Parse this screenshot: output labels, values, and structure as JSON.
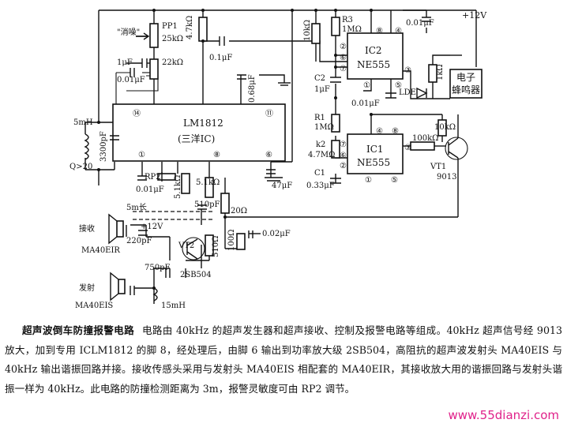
{
  "schematic": {
    "supply": "+12V",
    "lm1812": {
      "name": "LM1812",
      "sub": "(三洋IC)",
      "pin14": "⑭",
      "pin11": "⑪",
      "pin1": "①",
      "pin8": "⑧",
      "pin6": "⑥"
    },
    "ic2": {
      "name": "IC2",
      "part": "NE555",
      "p8": "⑧",
      "p4": "④",
      "p2": "②",
      "p6": "⑥",
      "p7": "⑦",
      "p3": "③",
      "p1": "①",
      "p5": "⑤"
    },
    "ic1": {
      "name": "IC1",
      "part": "NE555",
      "p4": "④",
      "p8": "⑧",
      "p7": "⑦",
      "p6": "⑥",
      "p2": "②",
      "p3": "③",
      "p1": "①",
      "p5": "⑤"
    },
    "labels": {
      "mute": "\"消噪\"",
      "pp1": "PP1",
      "pp1_val": "25kΩ",
      "c1uf": "1μF",
      "r22k": "22kΩ",
      "c001_top": "0.01μF",
      "r47k": "4.7kΩ",
      "c01": "0.1μF",
      "c068": "0.68μF",
      "r10k": "10kΩ",
      "r3": "R3",
      "r3_val": "1MΩ",
      "c001_ic2": "0.01μF",
      "c2": "C2",
      "c2_val": "1μF",
      "c001_bot": "0.01μF",
      "lde": "LDE",
      "r1k": "1kΩ",
      "buzzer_1": "电子",
      "buzzer_2": "蜂鸣器",
      "l5mh": "5mH",
      "c3300": "3300pF",
      "q20": "Q>20",
      "rp2": "RP2",
      "c001_rp2": "0.01μF",
      "r51k_a": "5.1kΩ",
      "r51k_b": "5.1kΩ",
      "c47": "47μF",
      "r1": "R1",
      "r1_val": "1MΩ",
      "k2": "k2",
      "k2_val": "4.7MΩ",
      "c1": "C1",
      "c1_val": "0.33μF",
      "r10k_ic1": "10kΩ",
      "r100k": "100kΩ",
      "vt1": "VT1",
      "vt1_part": "9013",
      "len5m": "5m长",
      "rx": "接收",
      "rx_part": "MA40EIR",
      "v12": "+12V",
      "c510": "510pF",
      "r20": "20Ω",
      "c220": "220pF",
      "vt2": "VT2",
      "r510": "510Ω",
      "r100": "100Ω",
      "c002": "0.02μF",
      "c750": "750pF",
      "vt2_part": "2SB504",
      "tx": "发射",
      "tx_part": "MA40EIS",
      "l15mh": "15mH"
    }
  },
  "caption": {
    "title": "超声波倒车防撞报警电路",
    "body": "电路由 40kHz 的超声发生器和超声接收、控制及报警电路等组成。40kHz 超声信号经 9013 放大，加到专用 ICLM1812 的脚 8，经处理后，由脚 6 输出到功率放大级 2SB504，高阻抗的超声波发射头 MA40EIS 与 40kHz 输出谐振回路并接。接收传感头采用与发射头 MA40EIS 相配套的 MA40EIR，其接收放大用的谐振回路与发射头谐振一样为 40kHz。此电路的防撞检测距离为 3m，报警灵敏度可由 RP2 调节。"
  },
  "watermark": "www.55dianzi.com"
}
